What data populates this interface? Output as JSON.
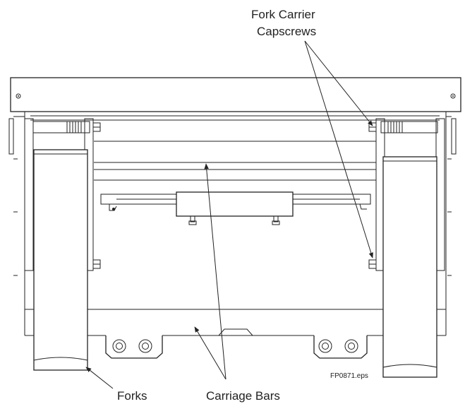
{
  "labels": {
    "fork_carrier_capscrews_line1": "Fork Carrier",
    "fork_carrier_capscrews_line2": "Capscrews",
    "forks": "Forks",
    "carriage_bars": "Carriage Bars",
    "file_ref": "FP0871.eps"
  }
}
